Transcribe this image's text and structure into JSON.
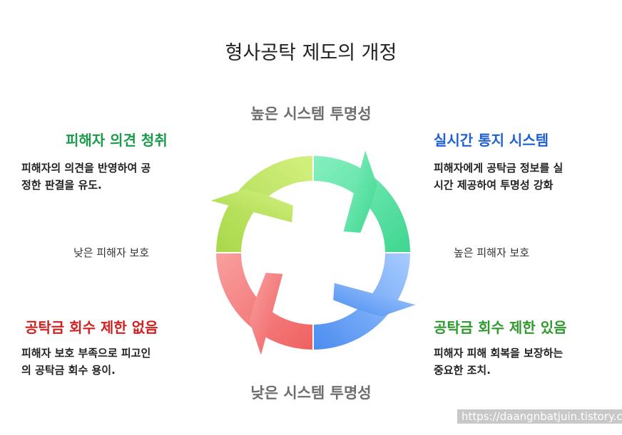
{
  "title": "형사공탁 제도의 개정",
  "axis": {
    "top": "높은 시스템 투명성",
    "bottom": "낮은 시스템 투명성",
    "left": "낮은 피해자 보호",
    "right": "높은 피해자 보호"
  },
  "quadrants": {
    "top_left": {
      "title": "피해자 의견 청취",
      "desc_line1": "피해자의 의견을 반영하여 공",
      "desc_line2": "정한 판결을 유도.",
      "color": "#1a9a4a",
      "segment_color": "#b8e060"
    },
    "top_right": {
      "title": "실시간 통지 시스템",
      "desc_line1": "피해자에게 공탁금 정보를 실",
      "desc_line2": "시간 제공하여 투명성 강화",
      "color": "#2060d0",
      "segment_color": "#60e0a8"
    },
    "bottom_left": {
      "title": "공탁금 회수 제한 없음",
      "desc_line1": "피해자 보호 부족으로 피고인",
      "desc_line2": "의 공탁금 회수 용이.",
      "color": "#d02020",
      "segment_color": "#f07070"
    },
    "bottom_right": {
      "title": "공탁금 회수 제한 있음",
      "desc_line1": "피해자 피해 회복을 보장하는",
      "desc_line2": "중요한 조치.",
      "color": "#2e9a2e",
      "segment_color": "#6aa8f8"
    }
  },
  "watermark": "https://daangnbatjuin.tistory.com"
}
